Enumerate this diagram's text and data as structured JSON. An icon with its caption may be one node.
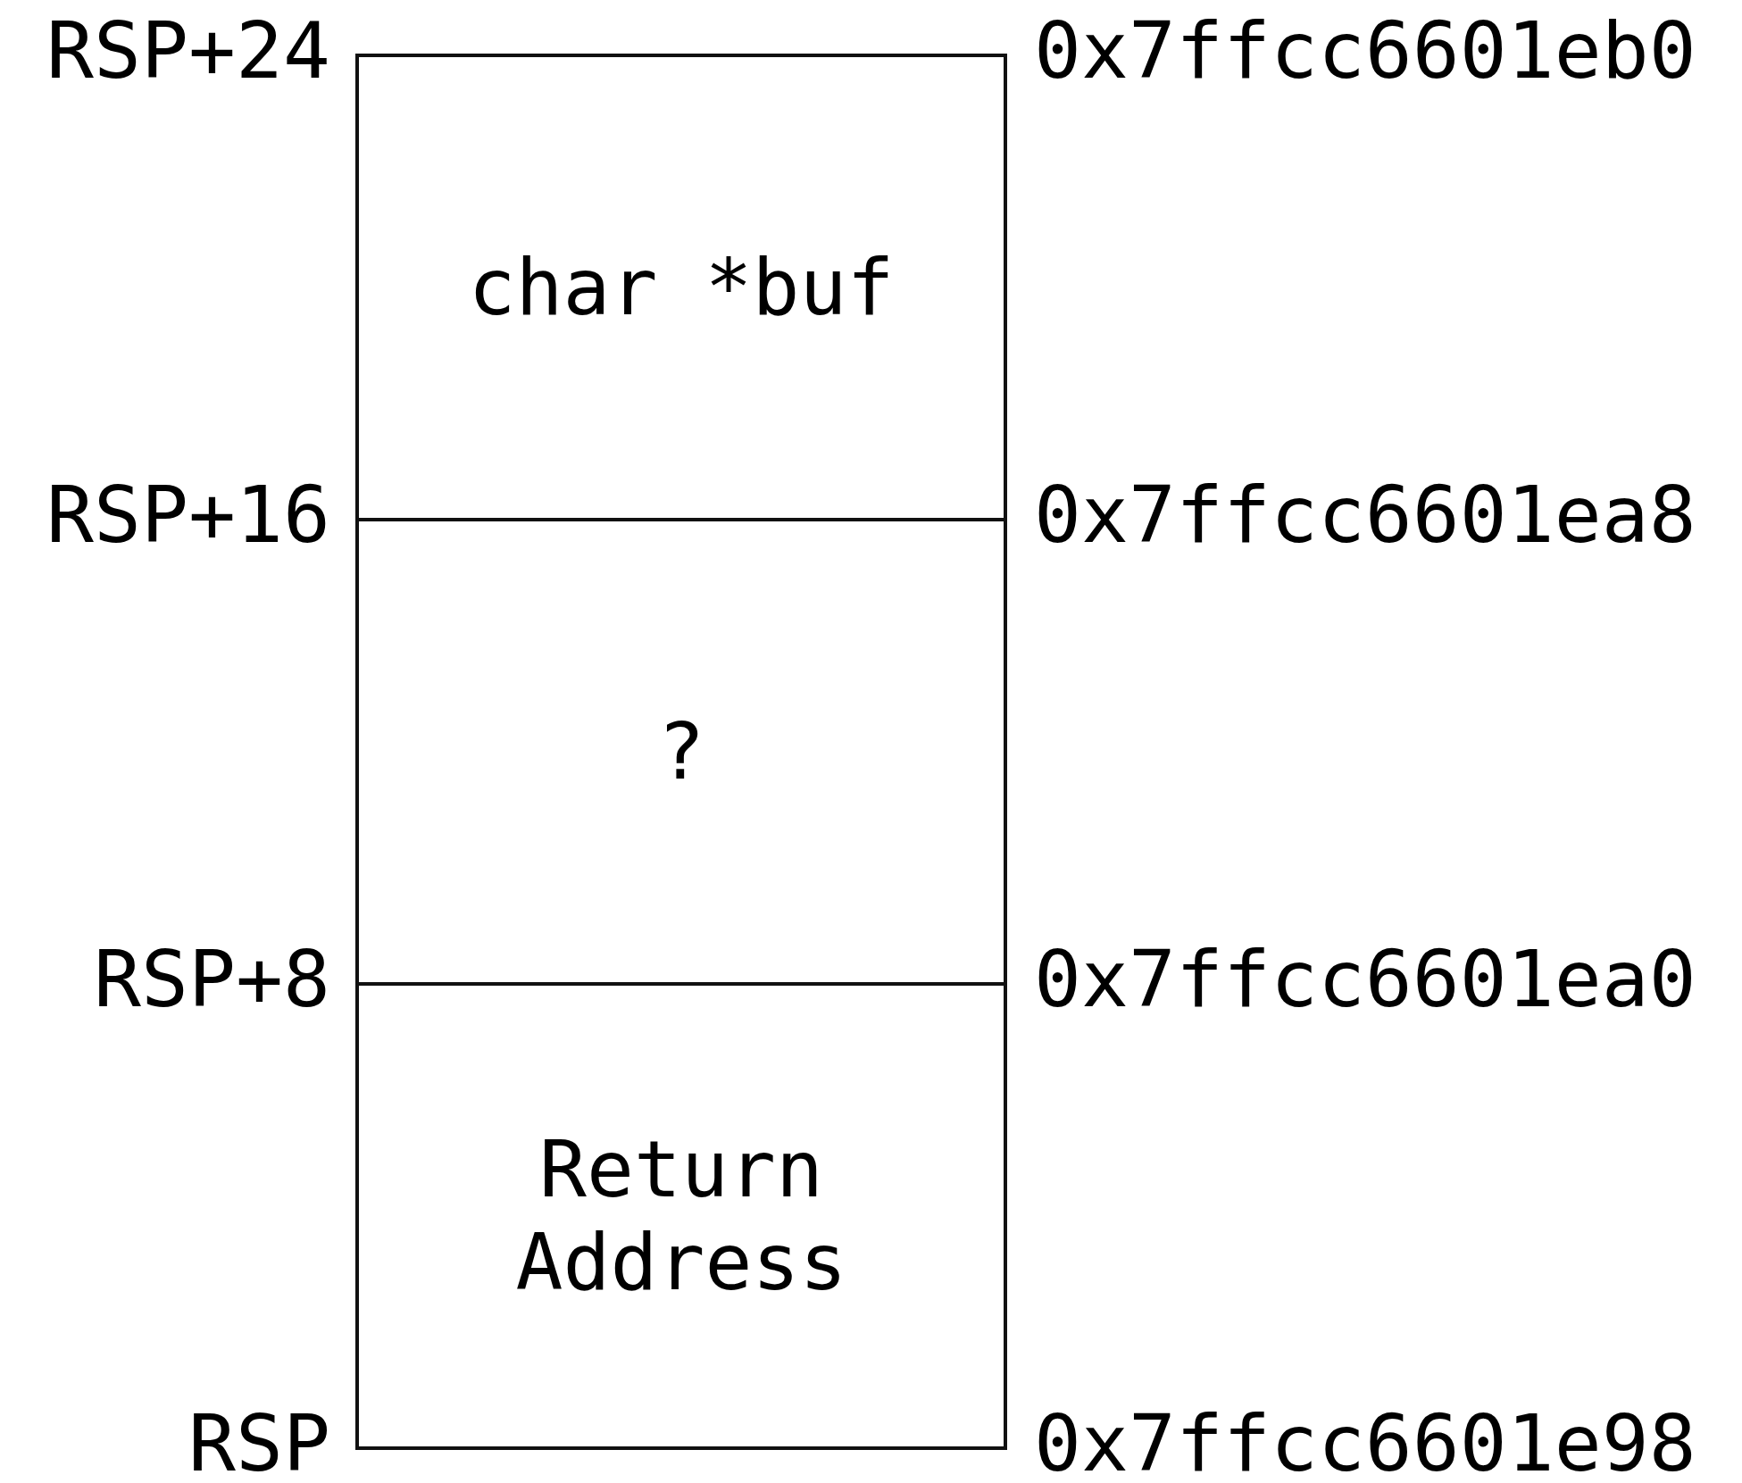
{
  "diagram": {
    "nodes": [
      {
        "text": [
          "char *buf"
        ]
      },
      {
        "text": [
          "?"
        ]
      },
      {
        "text": [
          "Return Address"
        ]
      }
    ],
    "labels": [
      "RSP+24",
      "0x7ffcc6601eb0",
      "RSP+16",
      "0x7ffcc6601ea8",
      "RSP+8",
      "0x7ffcc6601ea0",
      "RSP",
      "0x7ffcc6601e98"
    ]
  }
}
